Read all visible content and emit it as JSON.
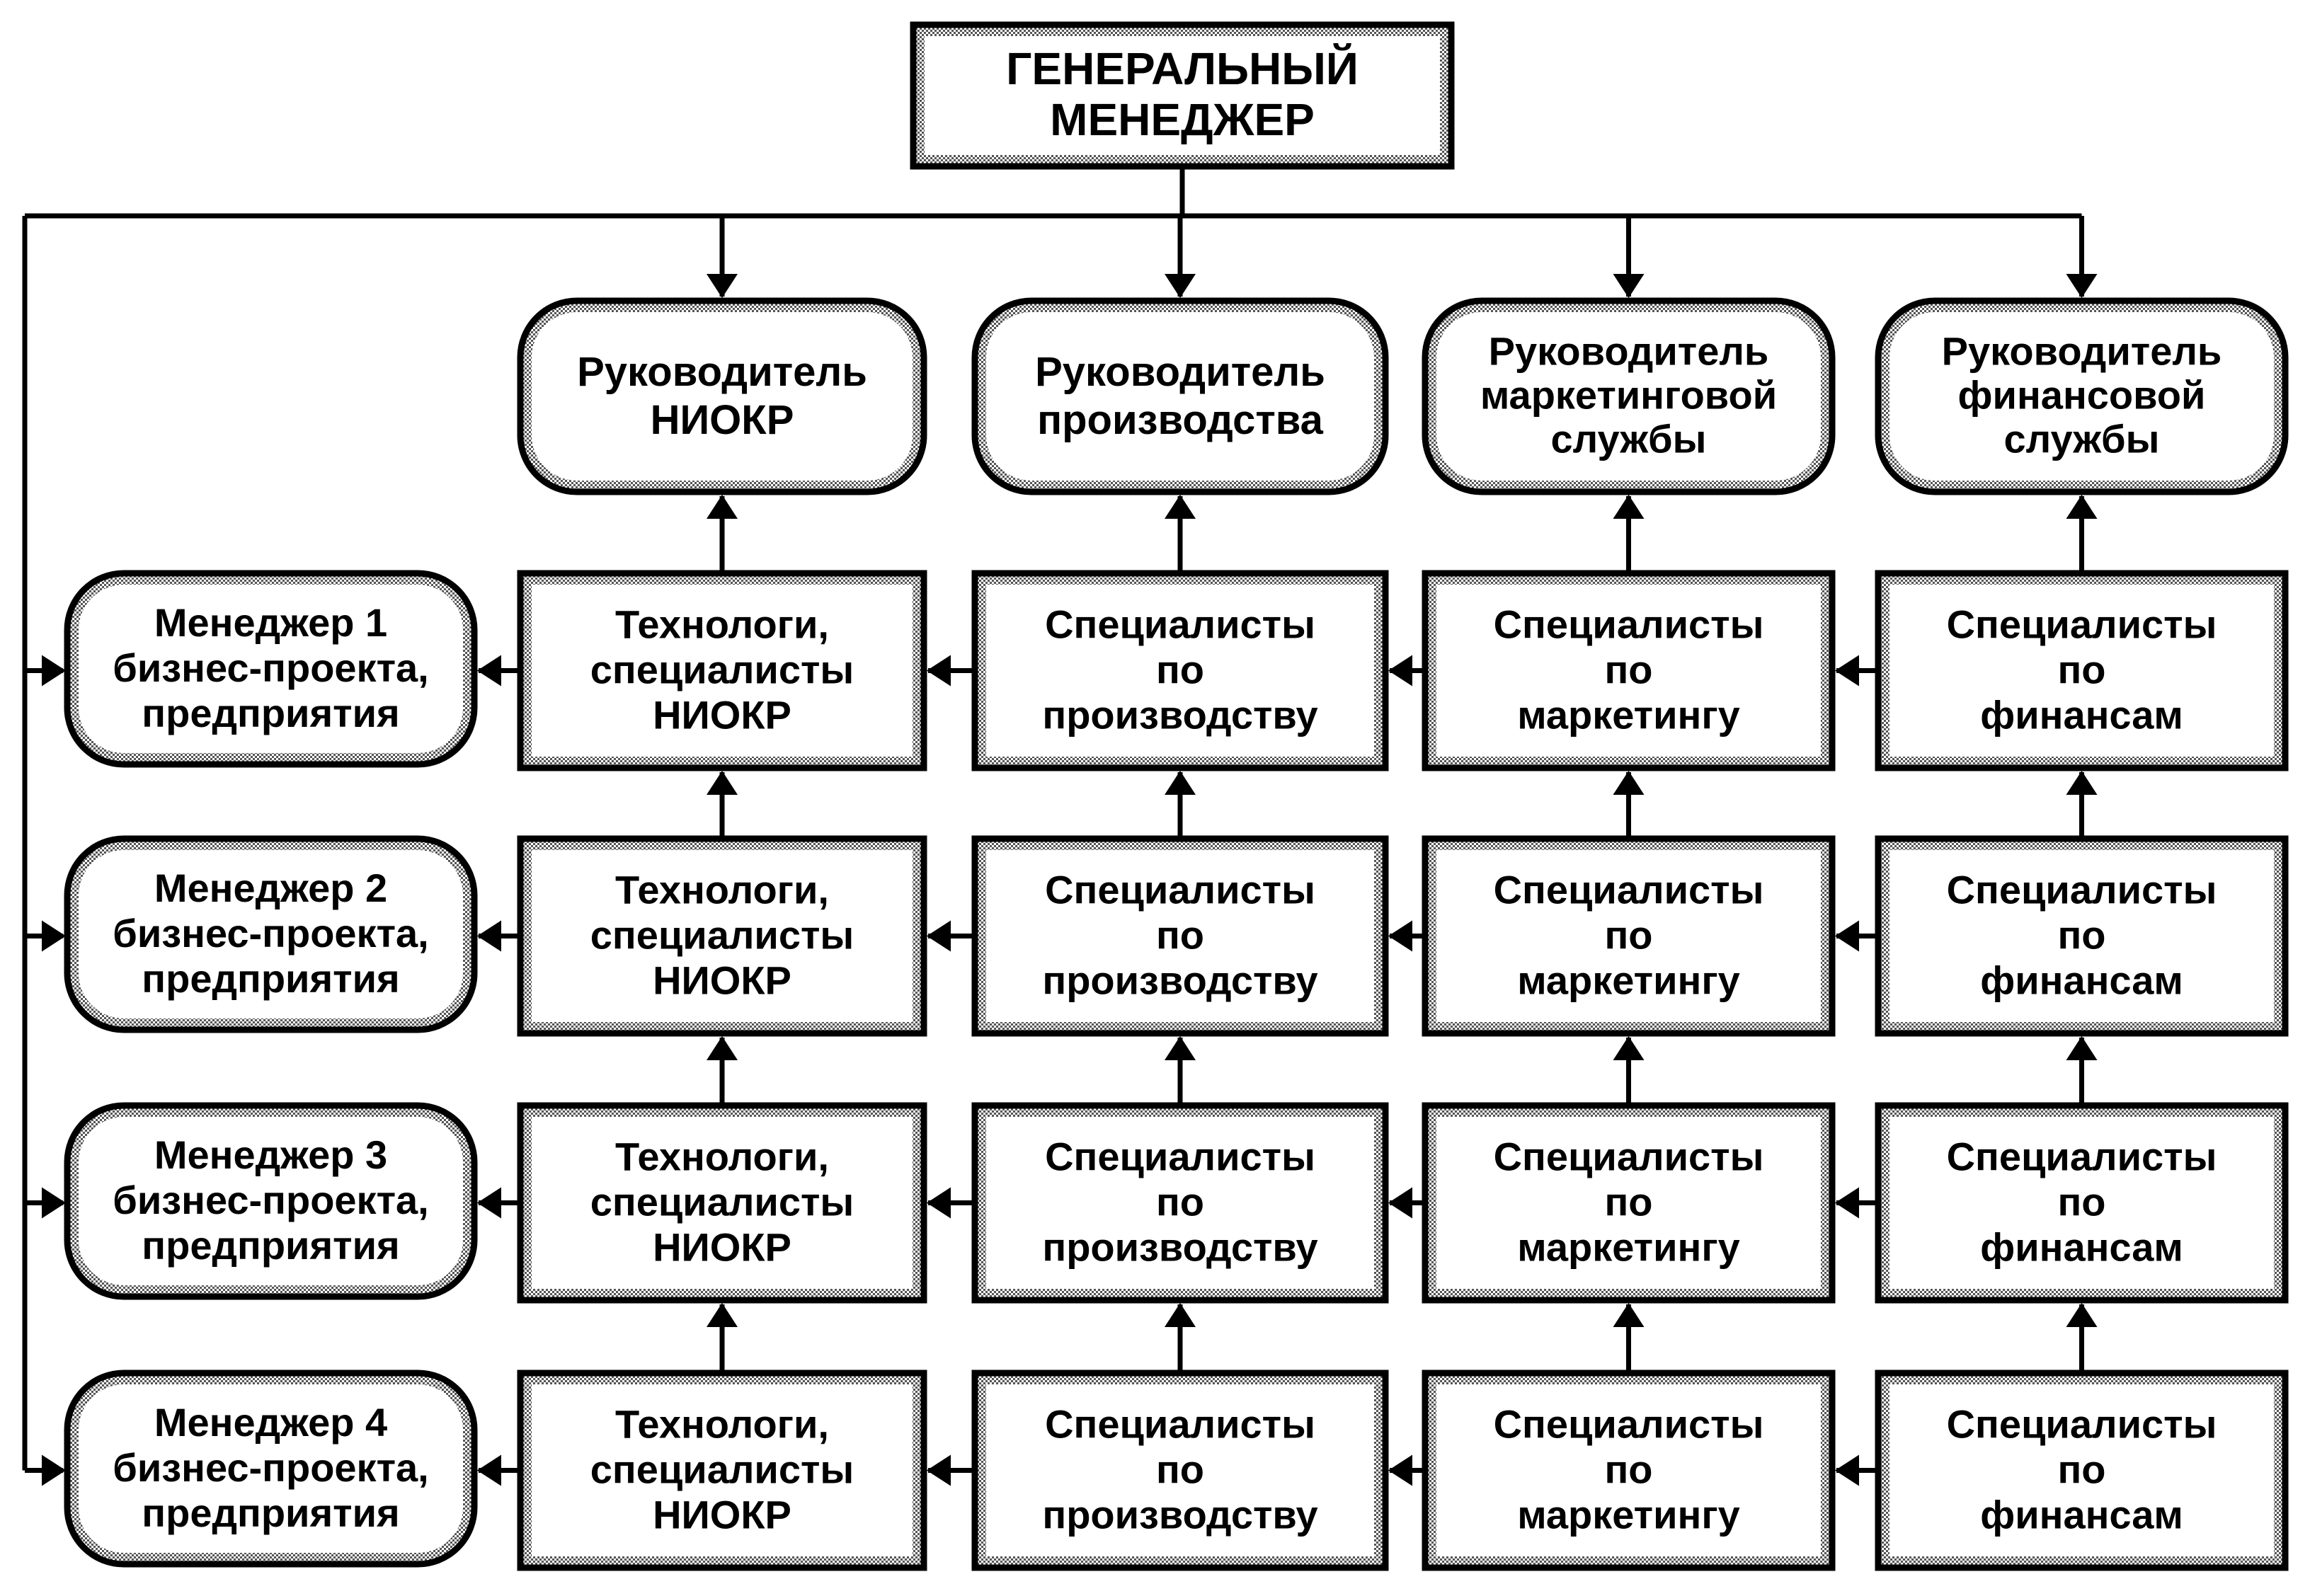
{
  "general_manager": {
    "lines": [
      "ГЕНЕРАЛЬНЫЙ",
      "МЕНЕДЖЕР"
    ]
  },
  "heads": [
    {
      "lines": [
        "Руководитель",
        "НИОКР"
      ]
    },
    {
      "lines": [
        "Руководитель",
        "производства"
      ]
    },
    {
      "lines": [
        "Руководитель",
        "маркетинговой",
        "службы"
      ]
    },
    {
      "lines": [
        "Руководитель",
        "финансовой",
        "службы"
      ]
    }
  ],
  "rows": [
    {
      "manager": [
        "Менеджер 1",
        "бизнес-проекта,",
        "предприятия"
      ],
      "cells": [
        [
          "Технологи,",
          "специалисты",
          "НИОКР"
        ],
        [
          "Специалисты",
          "по",
          "производству"
        ],
        [
          "Специалисты",
          "по",
          "маркетингу"
        ],
        [
          "Специалисты",
          "по",
          "финансам"
        ]
      ]
    },
    {
      "manager": [
        "Менеджер 2",
        "бизнес-проекта,",
        "предприятия"
      ],
      "cells": [
        [
          "Технологи,",
          "специалисты",
          "НИОКР"
        ],
        [
          "Специалисты",
          "по",
          "производству"
        ],
        [
          "Специалисты",
          "по",
          "маркетингу"
        ],
        [
          "Специалисты",
          "по",
          "финансам"
        ]
      ]
    },
    {
      "manager": [
        "Менеджер 3",
        "бизнес-проекта,",
        "предприятия"
      ],
      "cells": [
        [
          "Технологи,",
          "специалисты",
          "НИОКР"
        ],
        [
          "Специалисты",
          "по",
          "производству"
        ],
        [
          "Специалисты",
          "по",
          "маркетингу"
        ],
        [
          "Специалисты",
          "по",
          "финансам"
        ]
      ]
    },
    {
      "manager": [
        "Менеджер 4",
        "бизнес-проекта,",
        "предприятия"
      ],
      "cells": [
        [
          "Технологи,",
          "специалисты",
          "НИОКР"
        ],
        [
          "Специалисты",
          "по",
          "производству"
        ],
        [
          "Специалисты",
          "по",
          "маркетингу"
        ],
        [
          "Специалисты",
          "по",
          "финансам"
        ]
      ]
    }
  ]
}
